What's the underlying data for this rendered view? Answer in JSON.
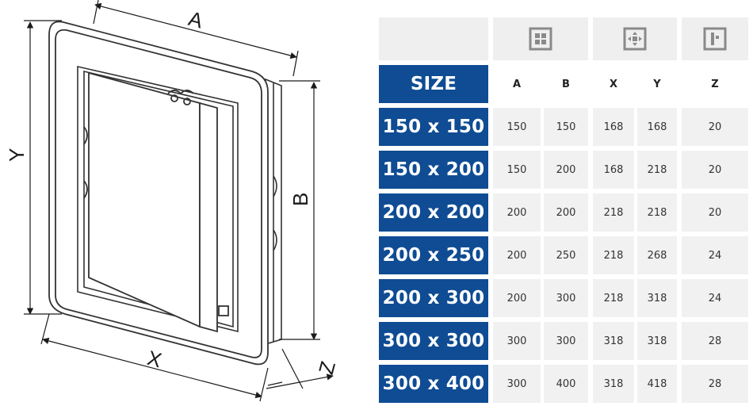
{
  "drawing": {
    "labels": {
      "a": "A",
      "b": "B",
      "x": "X",
      "y": "Y",
      "z": "Z"
    }
  },
  "table": {
    "header_icons": [
      "frame-grid-icon",
      "frame-mounting-icon",
      "frame-depth-icon"
    ],
    "size_header": "SIZE",
    "columns": [
      "A",
      "B",
      "X",
      "Y",
      "Z"
    ],
    "rows": [
      {
        "size": "150 x 150",
        "a": "150",
        "b": "150",
        "x": "168",
        "y": "168",
        "z": "20"
      },
      {
        "size": "150 x 200",
        "a": "150",
        "b": "200",
        "x": "168",
        "y": "218",
        "z": "20"
      },
      {
        "size": "200 x 200",
        "a": "200",
        "b": "200",
        "x": "218",
        "y": "218",
        "z": "20"
      },
      {
        "size": "200 x 250",
        "a": "200",
        "b": "250",
        "x": "218",
        "y": "268",
        "z": "24"
      },
      {
        "size": "200 x 300",
        "a": "200",
        "b": "300",
        "x": "218",
        "y": "318",
        "z": "24"
      },
      {
        "size": "300 x 300",
        "a": "300",
        "b": "300",
        "x": "318",
        "y": "318",
        "z": "28"
      },
      {
        "size": "300 x 400",
        "a": "300",
        "b": "400",
        "x": "318",
        "y": "418",
        "z": "28"
      }
    ]
  },
  "colors": {
    "size_cell_bg": "#0f4c93",
    "cell_bg": "#f1f1f1",
    "header_bg": "#efefef",
    "icon": "#8a8a8a"
  }
}
